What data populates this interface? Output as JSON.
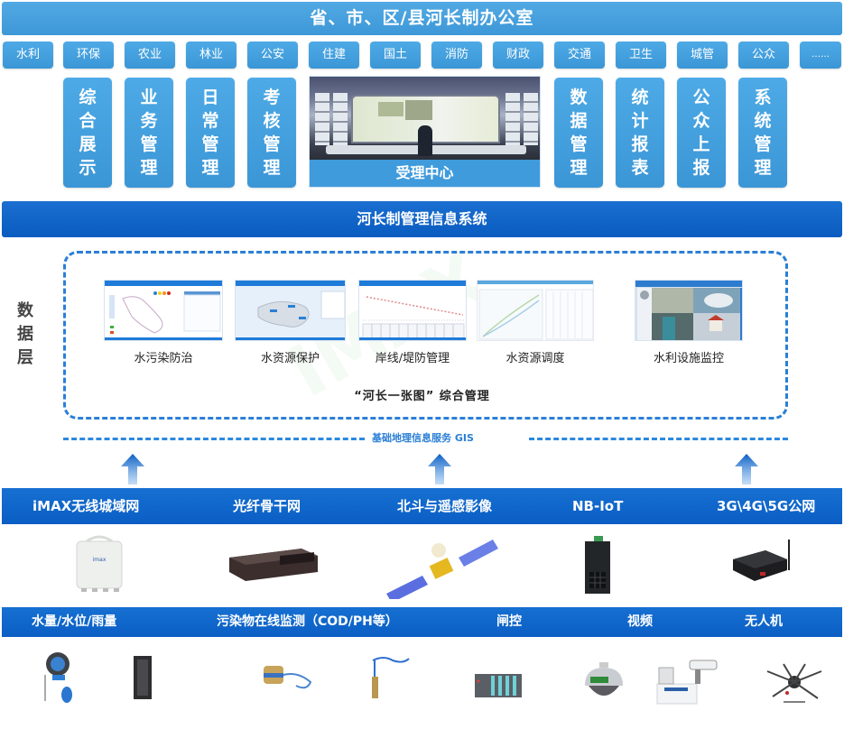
{
  "office": {
    "title": "省、市、区/县河长制办公室"
  },
  "departments": [
    {
      "label": "水利"
    },
    {
      "label": "环保"
    },
    {
      "label": "农业"
    },
    {
      "label": "林业"
    },
    {
      "label": "公安"
    },
    {
      "label": "住建"
    },
    {
      "label": "国土"
    },
    {
      "label": "消防"
    },
    {
      "label": "财政"
    },
    {
      "label": "交通"
    },
    {
      "label": "卫生"
    },
    {
      "label": "城管"
    },
    {
      "label": "公众"
    },
    {
      "label": "……"
    }
  ],
  "functions_left": [
    {
      "chars": [
        "综",
        "合",
        "展",
        "示"
      ]
    },
    {
      "chars": [
        "业",
        "务",
        "管",
        "理"
      ]
    },
    {
      "chars": [
        "日",
        "常",
        "管",
        "理"
      ]
    },
    {
      "chars": [
        "考",
        "核",
        "管",
        "理"
      ]
    }
  ],
  "center": {
    "label": "受理中心",
    "image": "control-room-photo"
  },
  "functions_right": [
    {
      "chars": [
        "数",
        "据",
        "管",
        "理"
      ]
    },
    {
      "chars": [
        "统",
        "计",
        "报",
        "表"
      ]
    },
    {
      "chars": [
        "公",
        "众",
        "上",
        "报"
      ]
    },
    {
      "chars": [
        "系",
        "统",
        "管",
        "理"
      ]
    }
  ],
  "system": {
    "title": "河长制管理信息系统"
  },
  "data_layer": {
    "label_chars": [
      "数",
      "据",
      "层"
    ],
    "modules": [
      {
        "caption": "水污染防治",
        "thumbnail": "map-screenshot"
      },
      {
        "caption": "水资源保护",
        "thumbnail": "region-map-screenshot"
      },
      {
        "caption": "岸线/堤防管理",
        "thumbnail": "trend-table-screenshot"
      },
      {
        "caption": "水资源调度",
        "thumbnail": "curve-chart-screenshot"
      },
      {
        "caption": "水利设施监控",
        "thumbnail": "video-monitor-screenshot"
      }
    ],
    "map_caption": "“河长一张图” 综合管理"
  },
  "gis": {
    "label": "基础地理信息服务 GIS"
  },
  "networks": [
    {
      "label": "iMAX无线城域网",
      "device": "outdoor-base-station"
    },
    {
      "label": "光纤骨干网",
      "device": "network-switch"
    },
    {
      "label": "北斗与遥感影像",
      "device": "satellite"
    },
    {
      "label": "NB-IoT",
      "device": "industrial-switch"
    },
    {
      "label": "3G\\4G\\5G公网",
      "device": "cellular-router"
    }
  ],
  "sensors": [
    {
      "label": "水量/水位/雨量",
      "devices": [
        "water-level-gauge",
        "rain-gauge"
      ]
    },
    {
      "label": "污染物在线监测（COD/PH等）",
      "devices": [
        "water-quality-sensor",
        "probe-sensor"
      ]
    },
    {
      "label": "闸控",
      "devices": [
        "plc-controller"
      ]
    },
    {
      "label": "视频",
      "devices": [
        "dome-camera",
        "ptz-camera"
      ]
    },
    {
      "label": "无人机",
      "devices": [
        "drone"
      ]
    }
  ],
  "colors": {
    "light_blue": "#3f9bdb",
    "dark_blue": "#0b5ec4",
    "dashed_blue": "#2b7fd6"
  }
}
